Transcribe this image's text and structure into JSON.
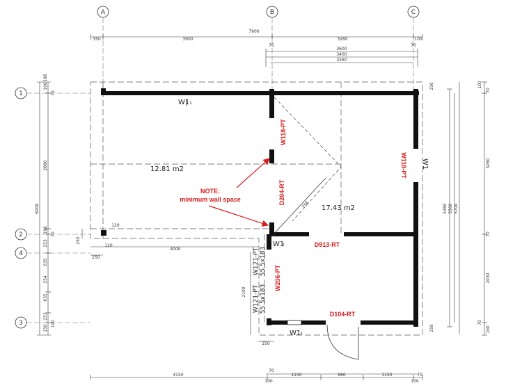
{
  "grid": {
    "columns": [
      "A",
      "B",
      "C"
    ],
    "rows": [
      "1",
      "2",
      "4",
      "3"
    ]
  },
  "dims_top": {
    "row1": [
      "350",
      "3900",
      "7900",
      "3260",
      "100"
    ],
    "row2": [
      "70",
      "70"
    ],
    "row3": [
      "3600",
      "3400",
      "3260"
    ]
  },
  "dims_bottom": [
    "4150",
    "70",
    "100",
    "1150",
    "960",
    "1150",
    "100",
    "70"
  ],
  "dims_left_outer": [
    "6000"
  ],
  "dims_left_inner": [
    "198",
    "100",
    "70",
    "2880",
    "198",
    "70",
    "253",
    "635",
    "254",
    "635",
    "150",
    "253",
    "100"
  ],
  "dims_right": [
    "100",
    "70",
    "3260",
    "70",
    "2030",
    "70",
    "100",
    "5360",
    "5500",
    "5700",
    "250",
    "250"
  ],
  "dims_misc": [
    "250",
    "120",
    "120",
    "4000",
    "250",
    "2100",
    "250"
  ],
  "rooms": {
    "left": "12.81 m2",
    "right": "17.43 m2"
  },
  "windows": {
    "w1": "W1",
    "w1_sub": "1",
    "w2": "W1",
    "w2_sub": "2",
    "w3": "W1",
    "w3_sub": "3",
    "w_right": "W1",
    "w_right_sub": "1"
  },
  "annotations": {
    "w118_left": "W118-PT",
    "w118_right": "W118-PT",
    "d204": "D204-RT",
    "d913": "D913-RT",
    "w206": "W206-PT",
    "d104": "D104-RT",
    "note_line1": "NOTE:",
    "note_line2": "minimum wall space",
    "w121_a": "W121-PT",
    "w121_a_size": "55.5x183",
    "w121_b": "W121-PT",
    "w121_b_size": "55.5x183",
    "door_size": "758"
  },
  "colors": {
    "wall": "#111111",
    "note": "#d61f1f",
    "dash": "#555555"
  }
}
